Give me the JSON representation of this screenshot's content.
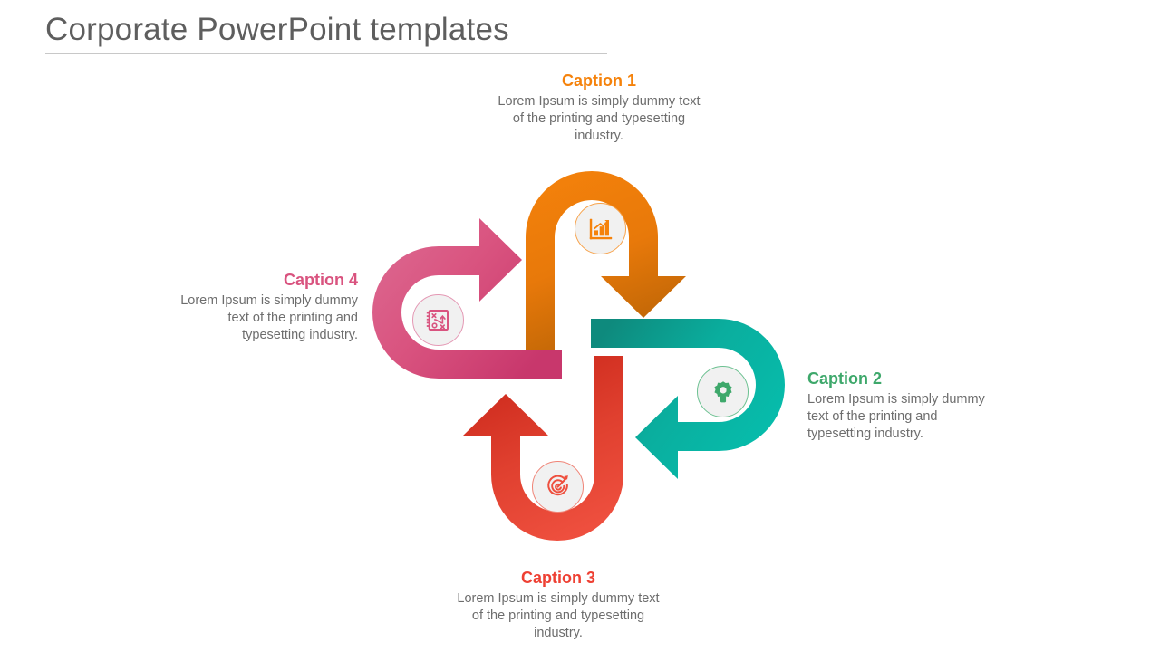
{
  "header": {
    "title": "Corporate PowerPoint templates"
  },
  "diagram": {
    "type": "4-step-pinwheel-cycle",
    "body_text": "Lorem Ipsum is simply dummy text of the printing and typesetting industry.",
    "steps": [
      {
        "id": "step-1",
        "caption": "Caption 1",
        "body": "Lorem Ipsum is simply dummy text of the printing and typesetting industry.",
        "color": "#F5820B",
        "color_dark": "#BF6606",
        "icon": "bar-chart-growth-icon",
        "align": "center",
        "arrow_direction": "down"
      },
      {
        "id": "step-2",
        "caption": "Caption 2",
        "body": "Lorem Ipsum is simply dummy text of the printing and typesetting industry.",
        "color": "#06BFAE",
        "color_dark": "#0E8A7D",
        "icon": "gear-icon",
        "align": "left",
        "arrow_direction": "left"
      },
      {
        "id": "step-3",
        "caption": "Caption 3",
        "body": "Lorem Ipsum is simply dummy text of the printing and typesetting industry.",
        "color": "#EE4F3E",
        "color_dark": "#C92619",
        "icon": "target-bullseye-icon",
        "align": "center",
        "arrow_direction": "up"
      },
      {
        "id": "step-4",
        "caption": "Caption 4",
        "body": "Lorem Ipsum is simply dummy text of the printing and typesetting industry.",
        "color": "#D9537F",
        "color_dark": "#C8376C",
        "icon": "strategy-board-icon",
        "align": "right",
        "arrow_direction": "right"
      }
    ]
  },
  "colors": {
    "title_text": "#5e5e5e",
    "body_text": "#6d6d6d",
    "rule": "#c8c8c8",
    "badge_fill": "#f1f1f1",
    "background": "#ffffff"
  }
}
